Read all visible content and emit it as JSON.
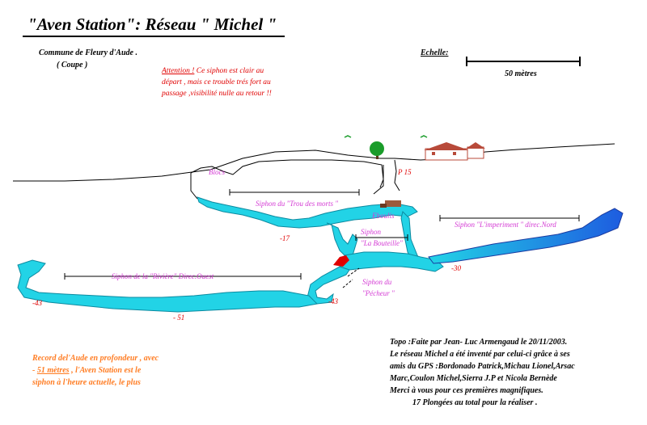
{
  "header": {
    "title": "\"Aven Station\": Réseau \" Michel \"",
    "commune": "Commune de Fleury d'Aude .",
    "coupe": "( Coupe )"
  },
  "warning": {
    "lead": "Attention !",
    "line1": " Ce siphon est clair au",
    "line2": "départ , mais ce trouble trés fort au",
    "line3": "passage ,visibilité nulle au retour !!"
  },
  "scale": {
    "label": "Echelle:",
    "length_text": "50 mètres"
  },
  "labels": {
    "blocs": "Blocs",
    "p15": "P 15",
    "eboulis": "Eboulis",
    "siphon_trou": "Siphon du \"Trou des morts \"",
    "siphon_imperti": "Siphon \"L'imperiment \" direc.Nord",
    "siphon_bouteille_1": "Siphon",
    "siphon_bouteille_2": "\"La Bouteille\"",
    "siphon_riviere": "Siphon de la \"Rivière\" Direc.Ouest",
    "siphon_pecheur_1": "Siphon du",
    "siphon_pecheur_2": "\"Pécheur \""
  },
  "depths": {
    "d17": "-17",
    "d30": "-30",
    "d43_left": "-43",
    "d43_mid": "-43",
    "d51": "- 51"
  },
  "topo": {
    "line1": "Topo :Faite par Jean- Luc Armengaud le 20/11/2003.",
    "line2": "Le réseau Michel a été inventé par celui-ci grâce à ses",
    "line3": "amis du GPS :Bordonado Patrick,Michau Lionel,Arsac",
    "line4": "Marc,Coulon Michel,Sierra J.P et Nicola Bernède",
    "line5": "Merci à vous pour ces premières magnifiques.",
    "line6": "17 Plongées au total pour la réaliser ."
  },
  "record": {
    "line1": "Record del'Aude en profondeur , avec",
    "line2_pre": "- ",
    "line2_u": "51 mètres",
    "line2_post": " , l'Aven Station est le",
    "line3": "siphon à l'heure actuelle, le plus"
  },
  "colors": {
    "water_light": "#22d3e6",
    "water_dark": "#1e5ce0",
    "label_magenta": "#d43bd4",
    "depth_red": "#e00000",
    "record_orange": "#ff7d24",
    "tree_green": "#1a9c2a",
    "house_red": "#b84a3a"
  }
}
